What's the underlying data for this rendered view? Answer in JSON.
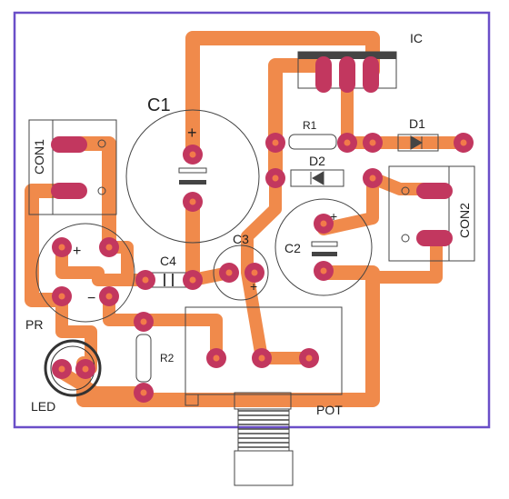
{
  "colors": {
    "board_border": "#6a4fc8",
    "trace": "#f08a4b",
    "pad": "#c2375f",
    "pad_hole": "#f27a4a",
    "silkscreen": "#444444"
  },
  "labels": {
    "ic": "IC",
    "c1": "C1",
    "c1_plus": "+",
    "r1": "R1",
    "d1": "D1",
    "d2": "D2",
    "con1": "CON1",
    "con2": "CON2",
    "c2": "C2",
    "c2_plus": "+",
    "c3": "C3",
    "c3_plus": "+",
    "c4": "C4",
    "pr": "PR",
    "pr_plus": "+",
    "pr_minus": "−",
    "r2": "R2",
    "led": "LED",
    "pot": "POT"
  }
}
